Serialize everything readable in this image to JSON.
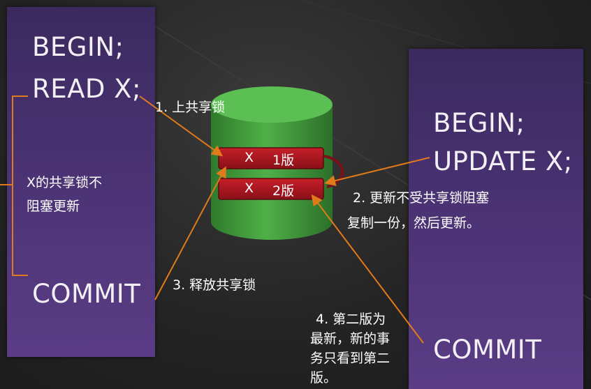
{
  "left": {
    "begin": "BEGIN;",
    "read": "READ X;",
    "note_line1": "X的共享锁不",
    "note_line2": "阻塞更新",
    "commit": "COMMIT"
  },
  "right": {
    "begin": "BEGIN;",
    "update": "UPDATE X;",
    "commit": "COMMIT"
  },
  "db": {
    "row1_name": "X",
    "row1_version": "1版",
    "row2_name": "X",
    "row2_version": "2版"
  },
  "steps": {
    "step1": "1. 上共享锁",
    "step2_line1": "2. 更新不受共享锁阻塞",
    "step2_line2": "复制一份，然后更新。",
    "step3": "3. 释放共享锁",
    "step4_line1": "4. 第二版为",
    "step4_line2": "最新，新的事",
    "step4_line3": "务只看到第二",
    "step4_line4": "版。"
  },
  "colors": {
    "panel": "#4a3273",
    "cylinder": "#3f9a3a",
    "row": "#a8141e",
    "arrow": "#e07a1a"
  }
}
